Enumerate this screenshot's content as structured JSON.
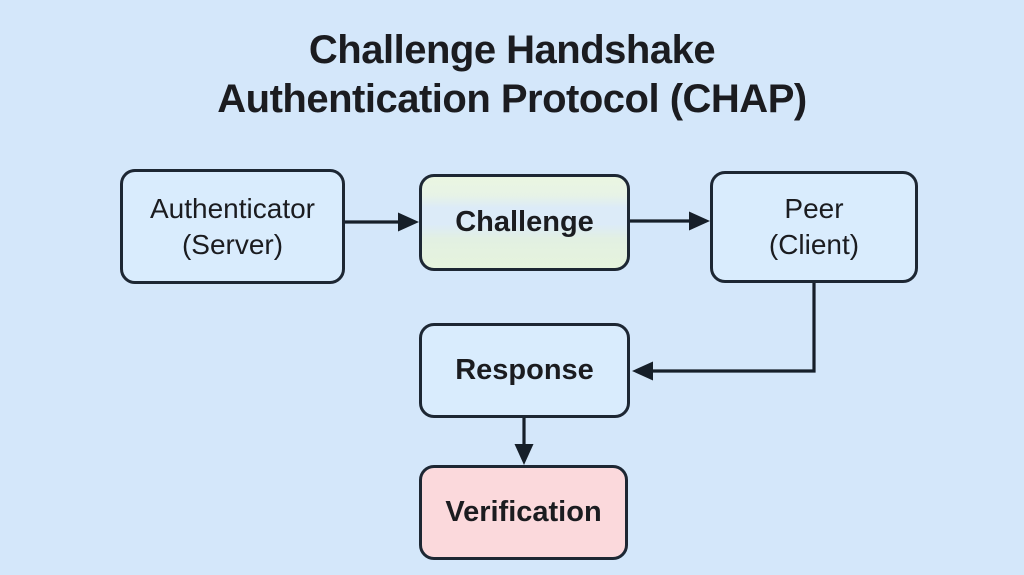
{
  "title": {
    "line1": "Challenge Handshake",
    "line2": "Authentication Protocol (CHAP)"
  },
  "nodes": {
    "authenticator": {
      "line1": "Authenticator",
      "line2": "(Server)"
    },
    "challenge": {
      "label": "Challenge"
    },
    "peer": {
      "line1": "Peer",
      "line2": "(Client)"
    },
    "response": {
      "label": "Response"
    },
    "verification": {
      "label": "Verification"
    }
  },
  "edges": [
    {
      "from": "Authenticator (Server)",
      "to": "Challenge"
    },
    {
      "from": "Challenge",
      "to": "Peer (Client)"
    },
    {
      "from": "Peer (Client)",
      "to": "Response"
    },
    {
      "from": "Response",
      "to": "Verification"
    }
  ],
  "colors": {
    "background": "#d4e7fa",
    "node_blue": "#d9ecfd",
    "challenge_green": "#e6f4dd",
    "verification_pink": "#fbd9dc",
    "border": "#1d2733",
    "arrow": "#161f29",
    "text": "#1b1c20"
  }
}
